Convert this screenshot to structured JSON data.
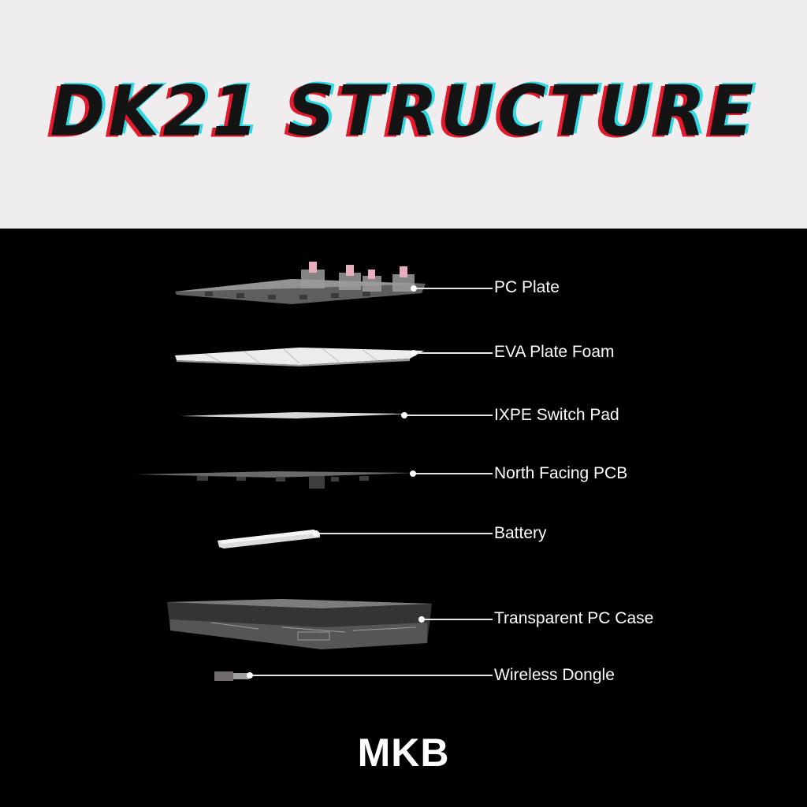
{
  "header": {
    "title": "DK21 STRUCTURE"
  },
  "components": [
    {
      "label": "PC Plate",
      "icon": "pc-plate-icon"
    },
    {
      "label": "EVA Plate Foam",
      "icon": "eva-foam-icon"
    },
    {
      "label": "IXPE Switch Pad",
      "icon": "ixpe-pad-icon"
    },
    {
      "label": "North Facing PCB",
      "icon": "pcb-icon"
    },
    {
      "label": "Battery",
      "icon": "battery-icon"
    },
    {
      "label": "Transparent PC Case",
      "icon": "pc-case-icon"
    },
    {
      "label": "Wireless Dongle",
      "icon": "dongle-icon"
    }
  ],
  "footer": {
    "brand": "MKB"
  },
  "colors": {
    "header_background": "#efedee",
    "background": "#000000",
    "title": "#141414",
    "title_shadow_red": "#e21a2c",
    "title_shadow_cyan": "#2fd9e4",
    "switch_pink": "#e7aebd"
  }
}
